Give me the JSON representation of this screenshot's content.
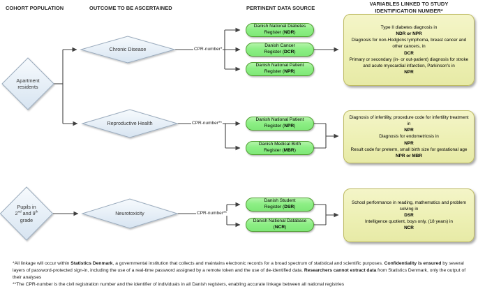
{
  "headers": {
    "col1": "COHORT POPULATION",
    "col2": "OUTCOME TO BE ASCERTAINED",
    "col3": "PERTINENT DATA SOURCE",
    "col4_line1": "VARIABLES LINKED TO STUDY",
    "col4_line2": "IDENTIFICATION NUMBER*"
  },
  "cohorts": {
    "apartment": {
      "line1": "Apartment",
      "line2": "residents"
    },
    "pupils": {
      "line1": "Pupils in",
      "l2a": "2",
      "l2sup1": "nd",
      "l2b": " and 9",
      "l2sup2": "th",
      "line3": "grade"
    }
  },
  "outcomes": {
    "chronic": "Chronic Disease",
    "reproductive": "Reproductive Health",
    "neurotoxicity": "Neurotoxicity"
  },
  "cpr_labels": {
    "row1": "CPR-number*",
    "row2": "CPR-number**",
    "row3": "CPR-number**"
  },
  "registers": [
    {
      "line1": "Danish National Diabetes",
      "l2a": "Register (",
      "acronym": "NDR",
      "l2c": ")"
    },
    {
      "line1": "Danish Cancer",
      "l2a": "Register (",
      "acronym": "DCR",
      "l2c": ")"
    },
    {
      "line1": "Danish National Patient",
      "l2a": "Register (",
      "acronym": "NPR",
      "l2c": ")"
    },
    {
      "line1": "Danish National Patient",
      "l2a": "Register (",
      "acronym": "NPR",
      "l2c": ")"
    },
    {
      "line1": "Danish Medical Birth",
      "l2a": "Register (",
      "acronym": "MBR",
      "l2c": ")"
    },
    {
      "line1": "Danish Student",
      "l2a": "Register (",
      "acronym": "DSR",
      "l2c": ")"
    },
    {
      "line1": "Danish National Database",
      "l2a": "(",
      "acronym": "NCR",
      "l2c": ")"
    }
  ],
  "variables": [
    {
      "items": [
        {
          "text": "Type II diabetes diagnosis in",
          "bold": false
        },
        {
          "text": "NDR or NPR",
          "bold": true
        },
        {
          "text": "Diagnosis for non-Hodgkins lymphoma, breast cancer and other cancers, in",
          "bold": false
        },
        {
          "text": "DCR",
          "bold": true
        },
        {
          "text": "Primary or secondary (in- or out-patient) diagnosis for stroke and acute myocardial infarction, Parkinson's in",
          "bold": false
        },
        {
          "text": "NPR",
          "bold": true
        }
      ]
    },
    {
      "items": [
        {
          "text": "Diagnosis of infertility, procedure code for infertility treatment in",
          "bold": false
        },
        {
          "text": "NPR",
          "bold": true
        },
        {
          "text": "Diagnosis for endometriosis in",
          "bold": false
        },
        {
          "text": "NPR",
          "bold": true
        },
        {
          "text": "Result code for preterm, small birth size for gestational age",
          "bold": false
        },
        {
          "text": "NPR or MBR",
          "bold": true
        }
      ]
    },
    {
      "items": [
        {
          "text": "School performance in reading, mathematics and problem solving in",
          "bold": false
        },
        {
          "text": "DSR",
          "bold": true
        },
        {
          "text": "Intelligence quotient, boys only, (18 years) in",
          "bold": false
        },
        {
          "text": "NCR",
          "bold": true
        }
      ]
    }
  ],
  "footnotes": {
    "f1": {
      "s1": "*All linkage will occur within ",
      "s2": "Statistics Denmark",
      "s3": ", a governmental institution that collects and maintains electronic records for a broad spectrum of statistical and scientific purposes. ",
      "s4": "Confidentiality is ensured",
      "s5": " by several layers of password-protected sign-in, including the use of a real-time password assigned by a remote token and the use of de-identified data. ",
      "s6": "Researchers cannot extract data",
      "s7": " from Statistics Denmark, only the output of their analyses"
    },
    "f2": "**The CPR-number is the civil registration number and the identifier of individuals in all Danish registers, enabling accurate linkage between all national registries"
  },
  "colors": {
    "diamond_fill_top": "#f6fafd",
    "diamond_fill_bottom": "#d7e4f1",
    "diamond_border": "#9aabbd",
    "register_fill": "#8def85",
    "register_border": "#4f9e31",
    "variables_fill": "#edf0b4",
    "variables_border": "#bdba62",
    "connector_line": "#404040"
  }
}
